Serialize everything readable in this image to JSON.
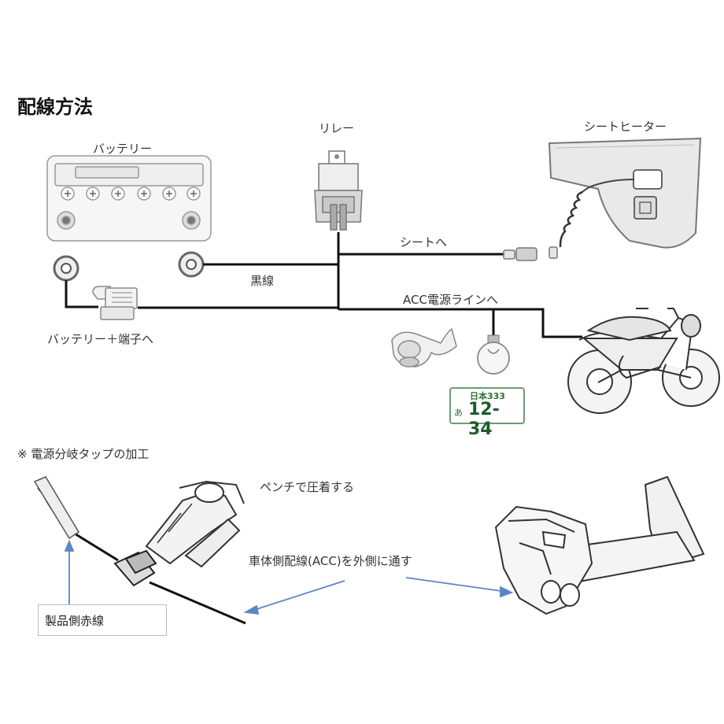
{
  "title": "配線方法",
  "labels": {
    "battery": "バッテリー",
    "relay": "リレー",
    "seat_heater": "シートヒーター",
    "to_seat": "シートへ",
    "black_wire": "黒線",
    "acc_line": "ACC電源ラインへ",
    "to_battery_plus": "バッテリー＋端子へ",
    "note": "※ 電源分岐タップの加工",
    "pliers": "ペンチで圧着する",
    "pass_wire": "車体側配線(ACC)を外側に通す",
    "product_red_wire": "製品側赤線"
  },
  "plate": {
    "region": "日本333",
    "kana": "あ",
    "number": "12-34"
  },
  "colors": {
    "wire": "#111111",
    "arrow": "#5b86c4",
    "plate": "#2f6e3a"
  }
}
